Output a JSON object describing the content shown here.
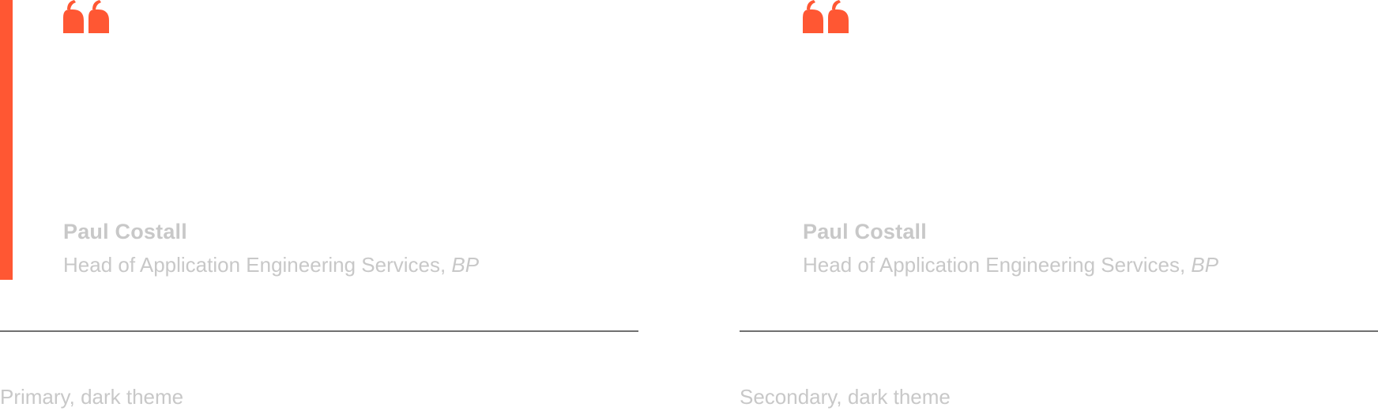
{
  "colors": {
    "accent": "#ff5733",
    "text_muted": "#c8c8c8",
    "divider": "#707070"
  },
  "panels": [
    {
      "variant": "primary",
      "has_accent_bar": true,
      "icon": "quote-icon",
      "author_name": "Paul Costall",
      "author_role": "Head of Application Engineering Services,",
      "author_company": "BP",
      "caption": "Primary, dark theme"
    },
    {
      "variant": "secondary",
      "has_accent_bar": false,
      "icon": "quote-icon",
      "author_name": "Paul Costall",
      "author_role": "Head of Application Engineering Services,",
      "author_company": "BP",
      "caption": "Secondary, dark theme"
    }
  ]
}
